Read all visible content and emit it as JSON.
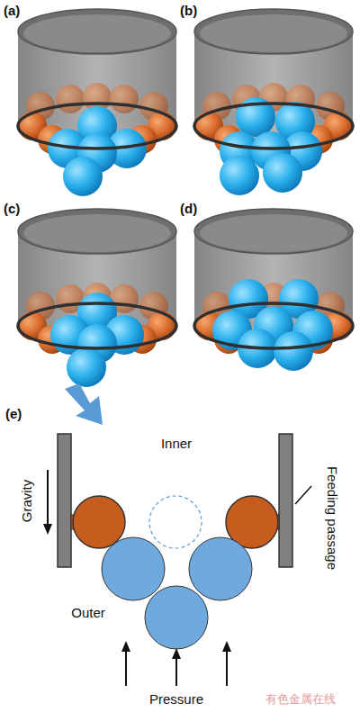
{
  "diagram": {
    "labels": [
      "(a)",
      "(b)",
      "(c)",
      "(d)",
      "(e)",
      "Inner",
      "Gravity",
      "Feeding passage",
      "Outer",
      "Pressure",
      "有色金属在线"
    ]
  }
}
